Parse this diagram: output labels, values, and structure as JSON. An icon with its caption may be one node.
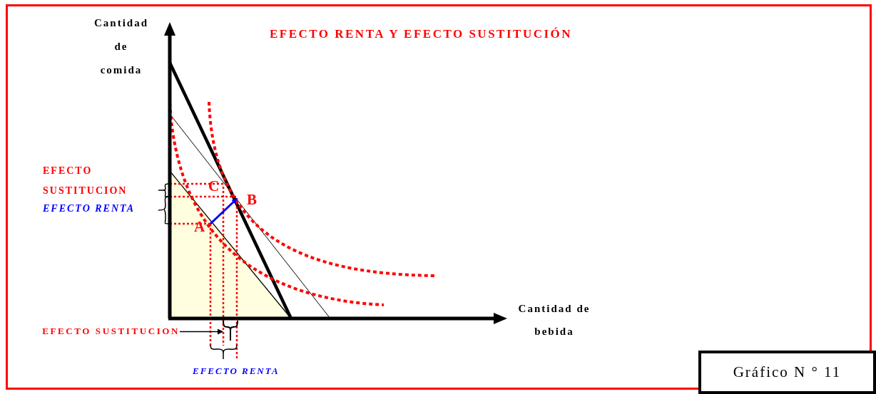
{
  "diagram": {
    "title": "EFECTO RENTA Y EFECTO SUSTITUCIÓN",
    "nodes": [
      {
        "text": [
          "C"
        ]
      },
      {
        "text": [
          "B"
        ]
      },
      {
        "text": [
          "A"
        ]
      },
      {
        "text": [
          "EFECTO SUSTITUCION"
        ]
      },
      {
        "text": [],
        "shape": "bracket"
      },
      {
        "text": [
          "Gráfico N ° 11"
        ]
      }
    ],
    "edges": [
      {
        "from": 2,
        "to": 1,
        "arrow": "to",
        "color": "#0000ff"
      },
      {
        "from": 3,
        "to": 4,
        "arrow": "to",
        "color": "#000000"
      }
    ],
    "labels": [
      "Cantidad de comida",
      "EFECTO SUSTITUCION",
      "EFECTO RENTA",
      "Cantidad de bebida",
      "EFECTO RENTA"
    ]
  }
}
